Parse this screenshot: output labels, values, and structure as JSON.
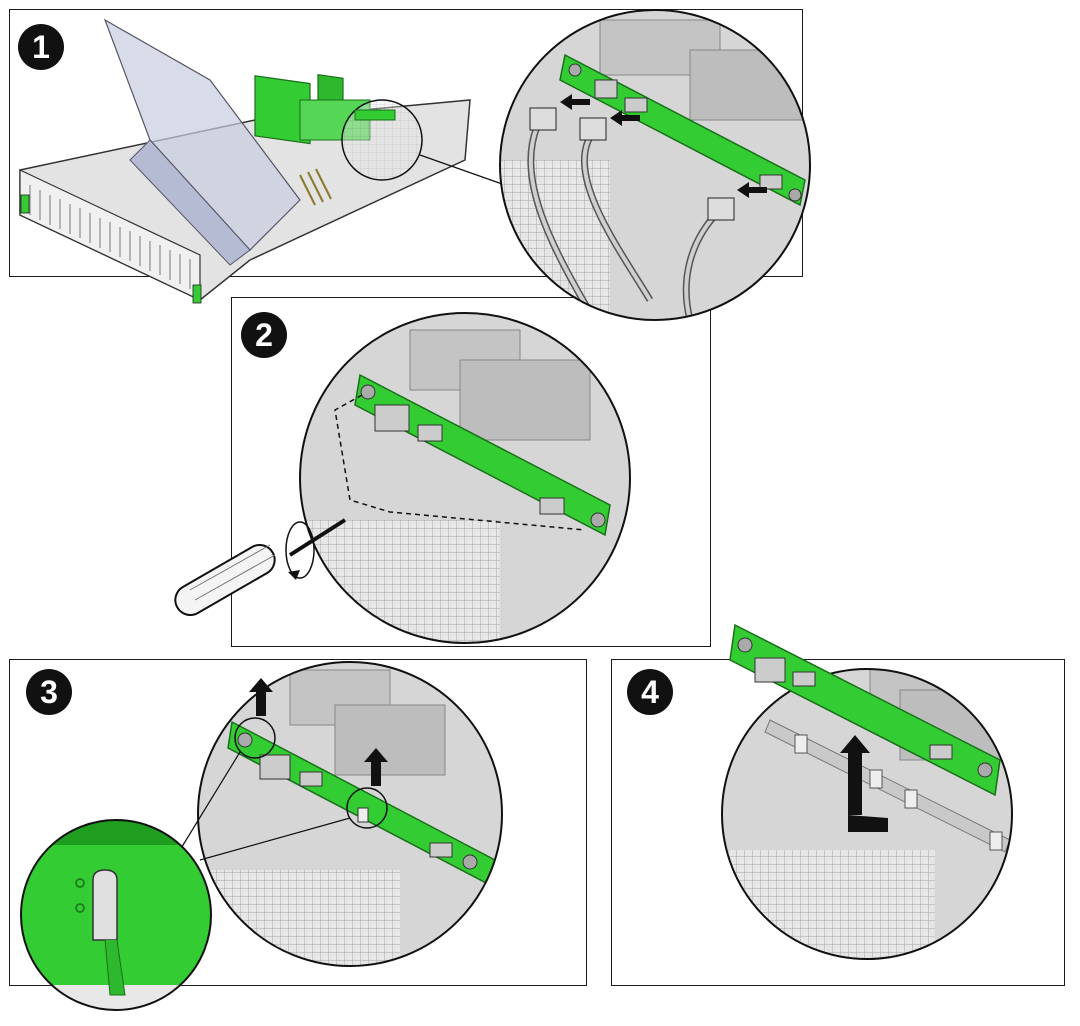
{
  "steps": [
    {
      "number": "1"
    },
    {
      "number": "2"
    },
    {
      "number": "3"
    },
    {
      "number": "4"
    }
  ],
  "colors": {
    "board_green": "#33cc33",
    "board_dark_green": "#1f9d1f",
    "chassis_gray": "#d9d9d9",
    "chassis_dark": "#9a9a9a",
    "outline": "#1a1a1a",
    "arrow": "#111111",
    "badge": "#111111"
  },
  "icons": {
    "step_badge": "numbered-circle-icon",
    "direction_arrow": "arrow-icon",
    "screwdriver": "screwdriver-icon"
  }
}
